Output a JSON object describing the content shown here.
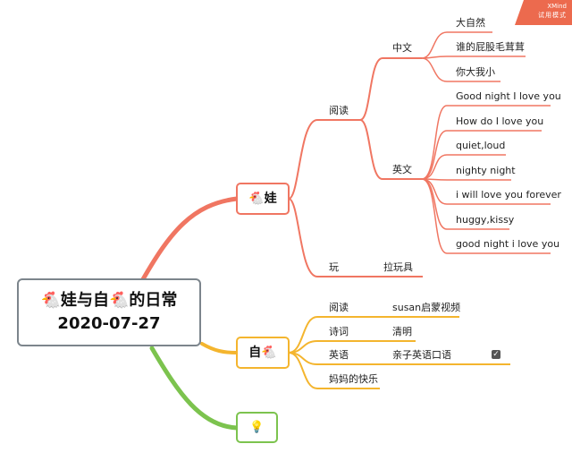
{
  "watermark": {
    "brand": "XMind",
    "mode": "试用模式"
  },
  "root": {
    "line1": "🐔娃与自🐔的日常",
    "line2": "2020-07-27"
  },
  "branches": {
    "baby": {
      "label": "🐔娃",
      "color": "#f07662",
      "reading": {
        "label": "阅读",
        "chinese": {
          "label": "中文",
          "books": [
            "大自然",
            "谁的屁股毛茸茸",
            "你大我小"
          ]
        },
        "english": {
          "label": "英文",
          "books": [
            "Good night I love you",
            "How do I love you",
            "quiet,loud",
            "nighty night",
            "i will love you forever",
            "huggy,kissy",
            "good night i love you"
          ]
        }
      },
      "play": {
        "label": "玩",
        "item": "拉玩具"
      }
    },
    "self": {
      "label": "自🐔",
      "color": "#f4b52e",
      "items": [
        {
          "label": "阅读",
          "detail": "susan启蒙视频"
        },
        {
          "label": "诗词",
          "detail": "清明"
        },
        {
          "label": "英语",
          "detail": "亲子英语口语",
          "done": true
        },
        {
          "label": "妈妈的快乐",
          "detail": ""
        }
      ]
    },
    "idea": {
      "icon": "lightbulb-icon",
      "symbol": "💡",
      "color": "#7cc34e"
    }
  }
}
